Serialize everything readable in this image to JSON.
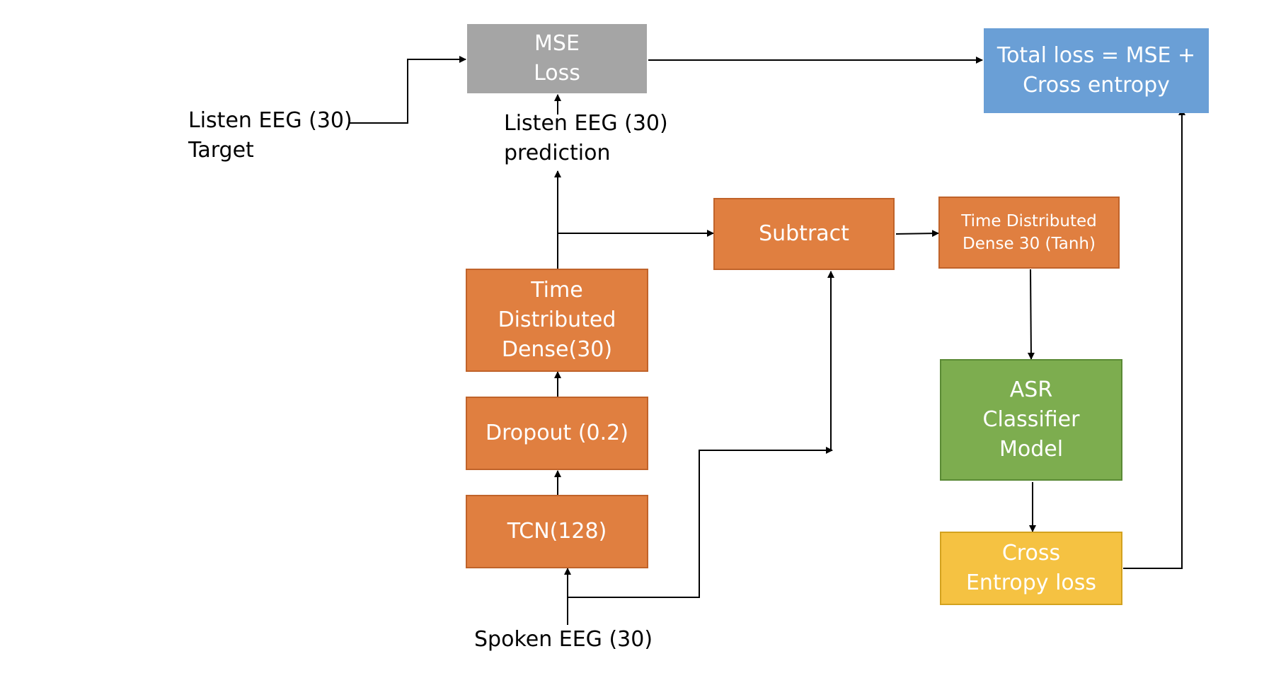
{
  "nodes": {
    "mse_loss": "MSE\nLoss",
    "total_loss": "Total loss = MSE +\nCross entropy",
    "subtract": "Subtract",
    "tdd_tanh": "Time Distributed\nDense 30 (Tanh)",
    "tdd_30": "Time\nDistributed\nDense(30)",
    "dropout": "Dropout (0.2)",
    "tcn": "TCN(128)",
    "asr": "ASR\nClassifier\nModel",
    "cross_entropy": "Cross\nEntropy loss"
  },
  "labels": {
    "listen_target": "Listen EEG (30)\nTarget",
    "listen_prediction": "Listen EEG (30)\nprediction",
    "spoken": "Spoken EEG (30)"
  },
  "colors": {
    "orange": "#e07f40",
    "gray": "#a5a5a5",
    "blue": "#6a9fd6",
    "green": "#7dad4f",
    "yellow": "#f5c242"
  }
}
